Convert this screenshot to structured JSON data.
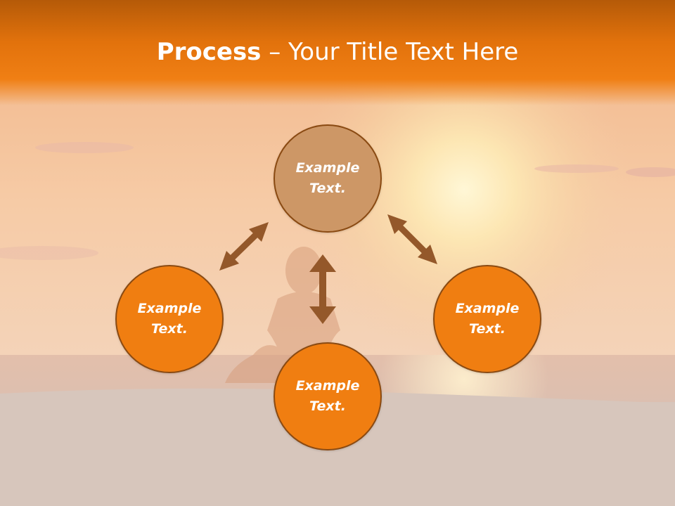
{
  "title": {
    "bold": "Process",
    "rest": " – Your Title Text Here"
  },
  "nodes": {
    "top": "Example Text.",
    "left": "Example Text.",
    "right": "Example Text.",
    "bottom": "Example Text."
  },
  "colors": {
    "header": "#ee7d12",
    "node_top": "#cd9766",
    "node": "#f07e11",
    "node_border": "#8a4a12",
    "arrow": "#94582a"
  }
}
